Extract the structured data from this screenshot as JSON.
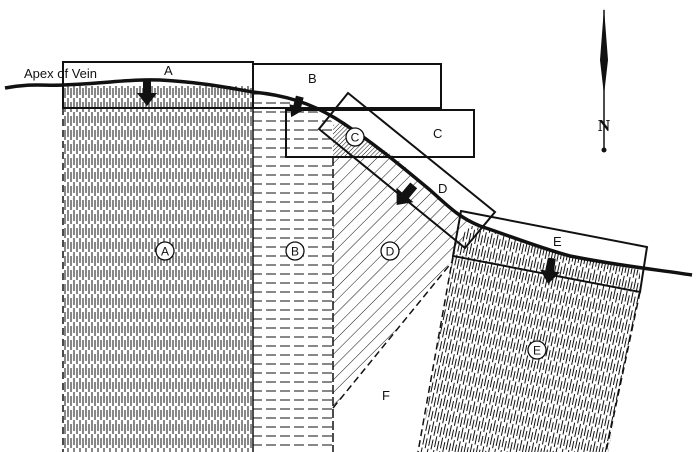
{
  "diagram": {
    "apex_label": "Apex of Vein",
    "claims": {
      "A": "A",
      "B": "B",
      "C": "C",
      "D": "D",
      "E": "E"
    },
    "extralateral_regions": {
      "A": "A",
      "B": "B",
      "C": "C",
      "D": "D",
      "E": "E"
    },
    "open_area": "F",
    "north": "N",
    "colors": {
      "ink": "#111111",
      "background": "#ffffff"
    }
  }
}
